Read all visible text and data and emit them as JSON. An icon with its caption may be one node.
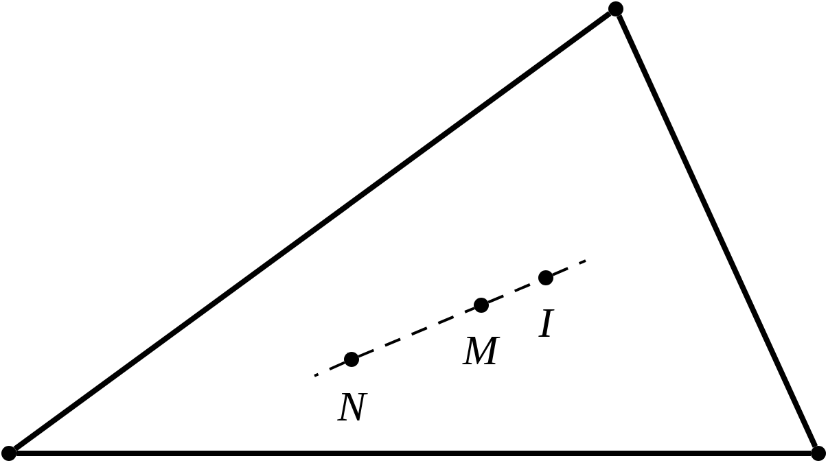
{
  "diagram": {
    "nodes": [
      {
        "text": [],
        "shape": "circle"
      },
      {
        "text": [],
        "shape": "circle",
        "beside": [
          "I"
        ]
      },
      {
        "text": [],
        "shape": "circle",
        "beside": [
          "M"
        ]
      },
      {
        "text": [],
        "shape": "circle",
        "beside": [
          "N"
        ]
      },
      {
        "text": [],
        "shape": "circle"
      },
      {
        "text": [],
        "shape": "circle"
      }
    ],
    "edges": [
      {
        "from": 4,
        "to": 0,
        "arrow": "none"
      },
      {
        "from": 0,
        "to": 5,
        "arrow": "none"
      },
      {
        "from": 4,
        "to": 5,
        "arrow": "none"
      },
      {
        "from": 3,
        "to": 2,
        "arrow": "none",
        "style": "dashed"
      },
      {
        "from": 2,
        "to": 1,
        "arrow": "none",
        "style": "dashed"
      }
    ]
  }
}
